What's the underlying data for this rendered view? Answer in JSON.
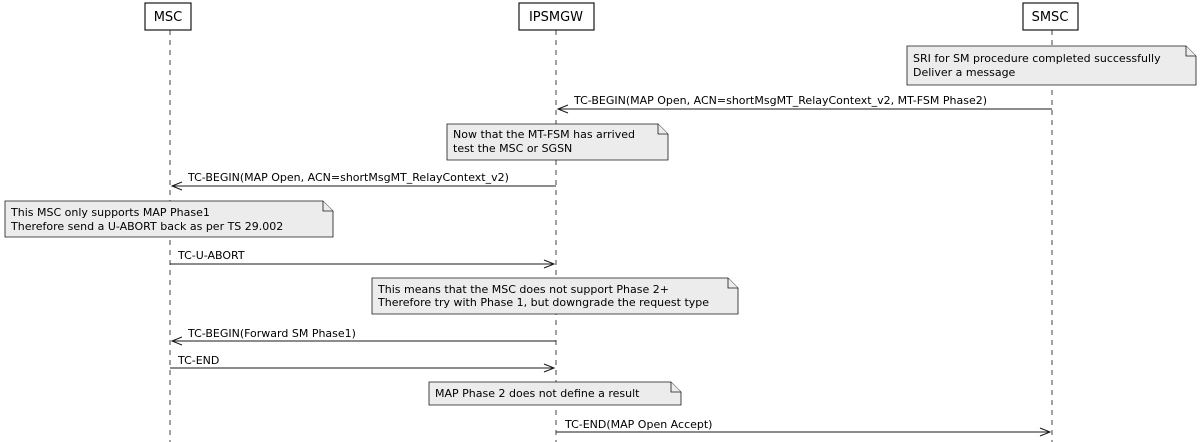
{
  "participants": [
    {
      "id": "msc",
      "label": "MSC"
    },
    {
      "id": "ipsmgw",
      "label": "IPSMGW"
    },
    {
      "id": "smsc",
      "label": "SMSC"
    }
  ],
  "events": [
    {
      "kind": "note",
      "lines": [
        "SRI for SM procedure completed successfully",
        "Deliver a message"
      ]
    },
    {
      "kind": "message",
      "from": "smsc",
      "to": "ipsmgw",
      "label": "TC-BEGIN(MAP Open, ACN=shortMsgMT_RelayContext_v2, MT-FSM Phase2)"
    },
    {
      "kind": "note",
      "lines": [
        "Now that the MT-FSM has arrived",
        "test the MSC or SGSN"
      ]
    },
    {
      "kind": "message",
      "from": "ipsmgw",
      "to": "msc",
      "label": "TC-BEGIN(MAP Open, ACN=shortMsgMT_RelayContext_v2)"
    },
    {
      "kind": "note",
      "lines": [
        "This MSC only supports MAP Phase1",
        "Therefore send a U-ABORT back as per TS 29.002"
      ]
    },
    {
      "kind": "message",
      "from": "msc",
      "to": "ipsmgw",
      "label": "TC-U-ABORT"
    },
    {
      "kind": "note",
      "lines": [
        "This means that the MSC does not support Phase 2+",
        "Therefore try with Phase 1, but downgrade the request type"
      ]
    },
    {
      "kind": "message",
      "from": "ipsmgw",
      "to": "msc",
      "label": "TC-BEGIN(Forward SM Phase1)"
    },
    {
      "kind": "message",
      "from": "msc",
      "to": "ipsmgw",
      "label": "TC-END"
    },
    {
      "kind": "note",
      "lines": [
        "MAP Phase 2 does not define a result"
      ]
    },
    {
      "kind": "message",
      "from": "ipsmgw",
      "to": "smsc",
      "label": "TC-END(MAP Open Accept)"
    }
  ]
}
